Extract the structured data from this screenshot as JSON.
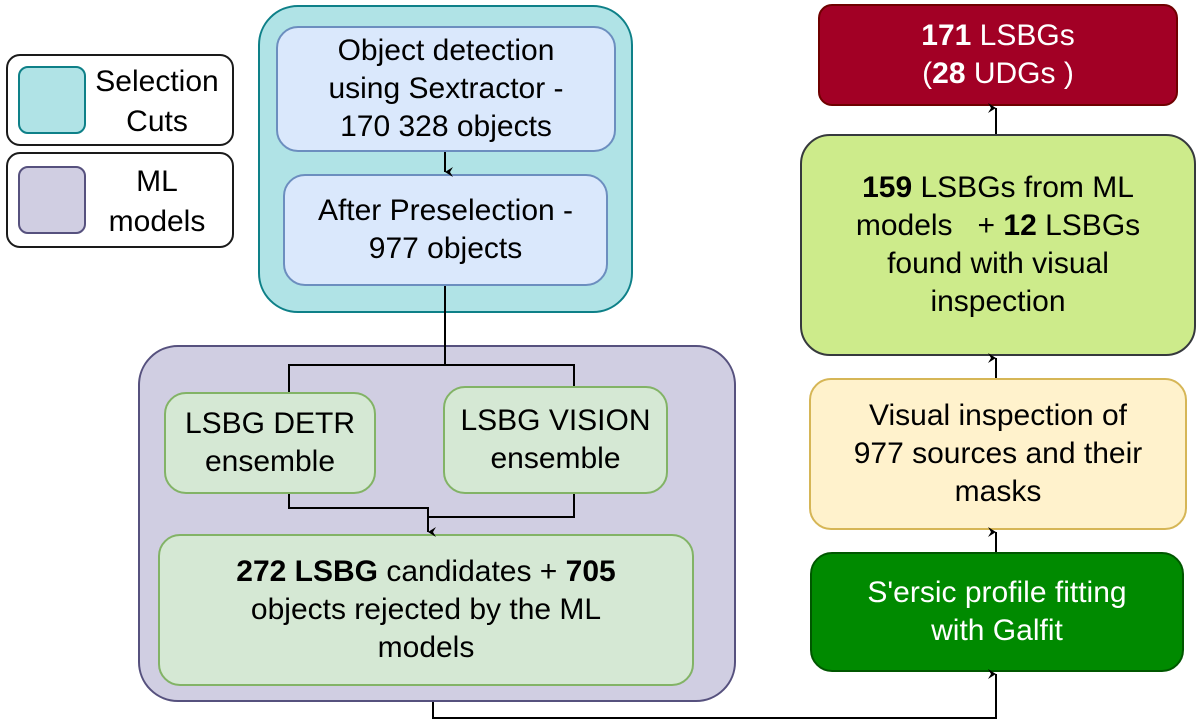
{
  "legend": [
    {
      "label_line1": "Selection",
      "label_line2": "Cuts",
      "fill": "#b0e3e6",
      "stroke": "#0e8088"
    },
    {
      "label_line1": "ML",
      "label_line2": "models",
      "fill": "#d0cee2",
      "stroke": "#56517e"
    }
  ],
  "nodes": {
    "object_detection": {
      "line1": "Object detection",
      "line2": "using Sextractor -",
      "line3": "170 328 objects"
    },
    "preselection": {
      "line1": "After Preselection -",
      "line2": "977 objects"
    },
    "detr": {
      "line1": "LSBG DETR",
      "line2": "ensemble"
    },
    "vision": {
      "line1": "LSBG VISION",
      "line2": "ensemble"
    },
    "candidates": {
      "bold1": "272 LSBG",
      "text1": " candidates + ",
      "bold2": "705",
      "line2": "objects rejected by the ML",
      "line3": "models"
    },
    "sersic": {
      "line1": "S'ersic profile fitting",
      "line2": "with Galfit"
    },
    "visual_inspection": {
      "line1": "Visual inspection of",
      "line2": "977 sources and their",
      "line3": "masks"
    },
    "ml_plus_visual": {
      "bold1": "159",
      "text1": " LSBGs from ML",
      "text2a": "models   + ",
      "bold2": "12",
      "text2b": " LSBGs",
      "line3": "found with visual",
      "line4": "inspection"
    },
    "final": {
      "bold1": "171",
      "text1": " LSBGs",
      "paren_open": "(",
      "bold2": "28",
      "text2": " UDGs )"
    }
  },
  "edges": [
    {
      "from": "object_detection",
      "to": "preselection"
    },
    {
      "from": "preselection",
      "to": "detr"
    },
    {
      "from": "preselection",
      "to": "vision"
    },
    {
      "from": "detr",
      "to": "candidates"
    },
    {
      "from": "vision",
      "to": "candidates"
    },
    {
      "from": "candidates",
      "to": "sersic"
    },
    {
      "from": "sersic",
      "to": "visual_inspection"
    },
    {
      "from": "visual_inspection",
      "to": "ml_plus_visual"
    },
    {
      "from": "ml_plus_visual",
      "to": "final"
    }
  ]
}
